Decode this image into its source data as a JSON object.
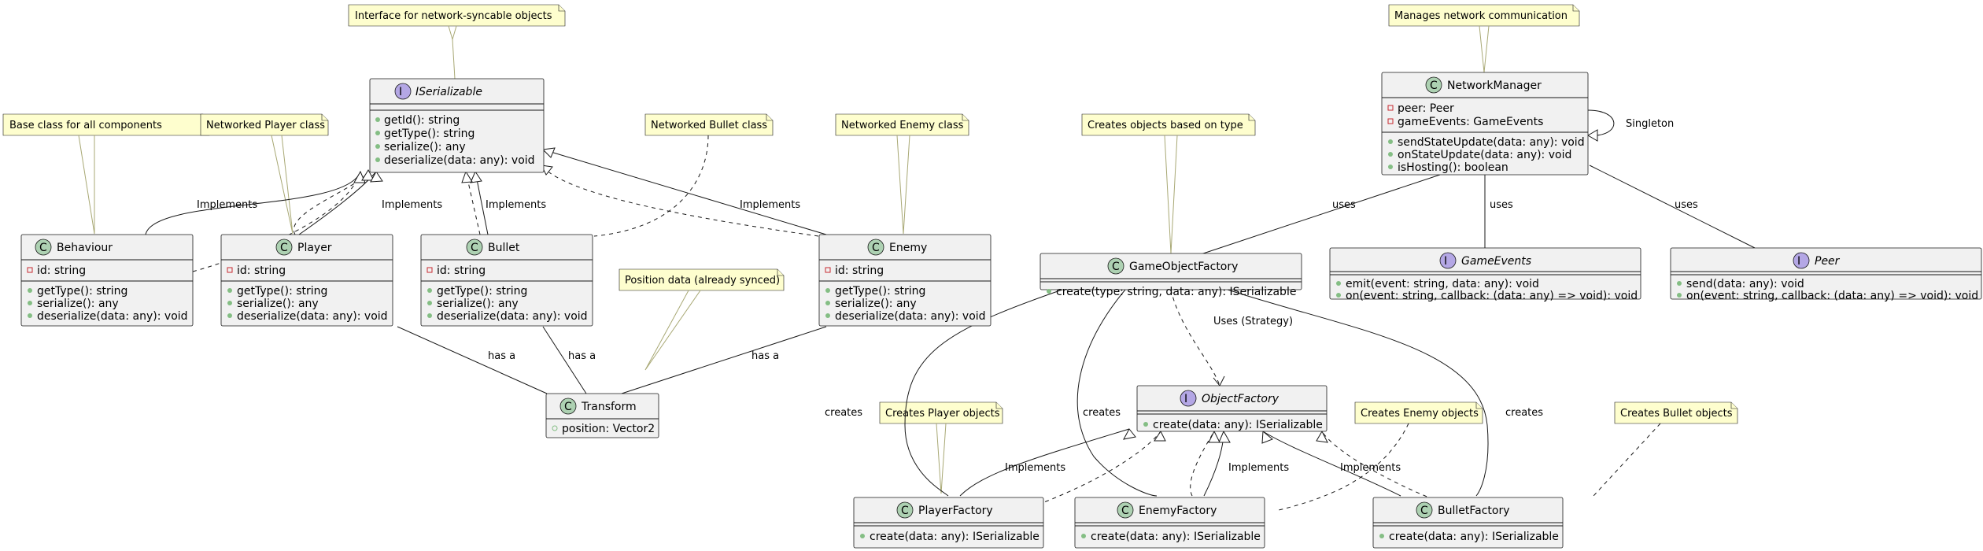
{
  "classes": {
    "iserializable": {
      "name": "ISerializable",
      "methods": [
        "getId(): string",
        "getType(): string",
        "serialize(): any",
        "deserialize(data: any): void"
      ]
    },
    "behaviour": {
      "name": "Behaviour",
      "fields": [
        "id: string"
      ],
      "methods": [
        "getType(): string",
        "serialize(): any",
        "deserialize(data: any): void"
      ]
    },
    "player": {
      "name": "Player",
      "fields": [
        "id: string"
      ],
      "methods": [
        "getType(): string",
        "serialize(): any",
        "deserialize(data: any): void"
      ]
    },
    "bullet": {
      "name": "Bullet",
      "fields": [
        "id: string"
      ],
      "methods": [
        "getType(): string",
        "serialize(): any",
        "deserialize(data: any): void"
      ]
    },
    "enemy": {
      "name": "Enemy",
      "fields": [
        "id: string"
      ],
      "methods": [
        "getType(): string",
        "serialize(): any",
        "deserialize(data: any): void"
      ]
    },
    "transform": {
      "name": "Transform",
      "fields": [
        "position: Vector2"
      ]
    },
    "gameobjectfactory": {
      "name": "GameObjectFactory",
      "methods": [
        "create(type: string, data: any): ISerializable"
      ]
    },
    "networkmanager": {
      "name": "NetworkManager",
      "fields": [
        "peer: Peer",
        "gameEvents: GameEvents"
      ],
      "methods": [
        "sendStateUpdate(data: any): void",
        "onStateUpdate(data: any): void",
        "isHosting(): boolean"
      ]
    },
    "gameevents": {
      "name": "GameEvents",
      "methods": [
        "emit(event: string, data: any): void",
        "on(event: string, callback: (data: any) => void): void"
      ]
    },
    "peer": {
      "name": "Peer",
      "methods": [
        "send(data: any): void",
        "on(event: string, callback: (data: any) => void): void"
      ]
    },
    "objectfactory": {
      "name": "ObjectFactory",
      "methods": [
        "create(data: any): ISerializable"
      ]
    },
    "playerfactory": {
      "name": "PlayerFactory",
      "methods": [
        "create(data: any): ISerializable"
      ]
    },
    "enemyfactory": {
      "name": "EnemyFactory",
      "methods": [
        "create(data: any): ISerializable"
      ]
    },
    "bulletfactory": {
      "name": "BulletFactory",
      "methods": [
        "create(data: any): ISerializable"
      ]
    }
  },
  "notes": {
    "iserializable": "Interface for network-syncable objects",
    "behaviour": "Base class for all components",
    "player": "Networked Player class",
    "bullet": "Networked Bullet class",
    "enemy": "Networked Enemy class",
    "transform": "Position data (already synced)",
    "gameobjectfactory": "Creates objects based on type",
    "networkmanager": "Manages network communication",
    "playerfactory": "Creates Player objects",
    "enemyfactory": "Creates Enemy objects",
    "bulletfactory": "Creates Bullet objects"
  },
  "labels": {
    "implements": "Implements",
    "has_a": "has a",
    "uses": "uses",
    "creates": "creates",
    "uses_strategy": "Uses (Strategy)",
    "singleton": "Singleton"
  },
  "stereotype_marks": {
    "class": "C",
    "interface": "I"
  },
  "colors": {
    "class_badge": "#add1b2",
    "interface_badge": "#b4a7e5",
    "note_fill": "#fefece",
    "box_fill": "#f1f1f1",
    "line": "#181818",
    "field_private": "#c82930",
    "method_public": "#84be84"
  }
}
